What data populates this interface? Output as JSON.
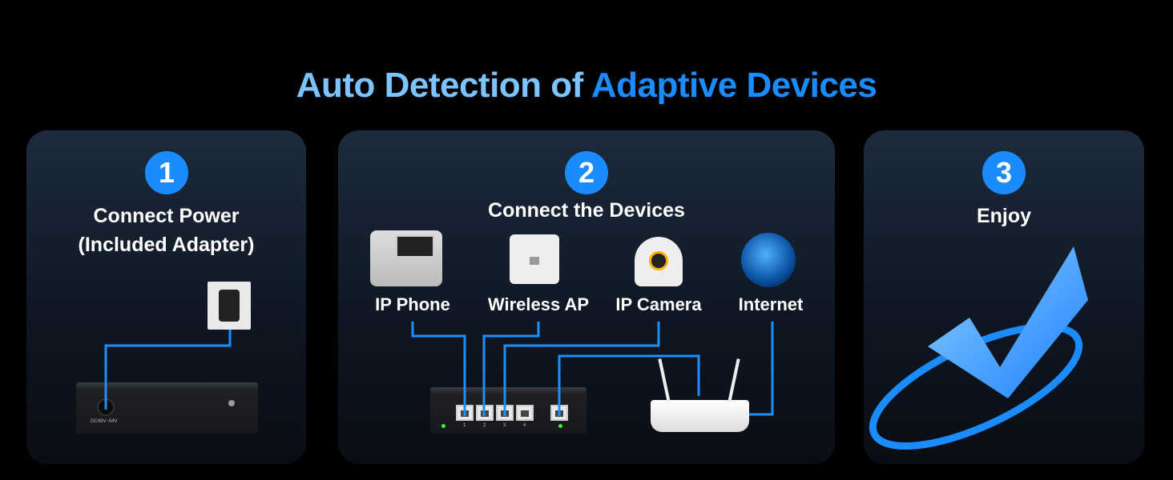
{
  "title": {
    "part1": "Auto Detection of",
    "part2": "Adaptive Devices"
  },
  "steps": [
    {
      "number": "1",
      "line1": "Connect Power",
      "line2": "(Included Adapter)",
      "power_label": "DC48V~54V"
    },
    {
      "number": "2",
      "line1": "Connect the Devices",
      "devices": [
        "IP Phone",
        "Wireless AP",
        "IP Camera",
        "Internet"
      ],
      "ports": [
        "1",
        "2",
        "3",
        "4"
      ]
    },
    {
      "number": "3",
      "line1": "Enjoy"
    }
  ],
  "colors": {
    "accent": "#1a8cff",
    "light_accent": "#7cc4ff",
    "wire": "#1e8fff"
  }
}
